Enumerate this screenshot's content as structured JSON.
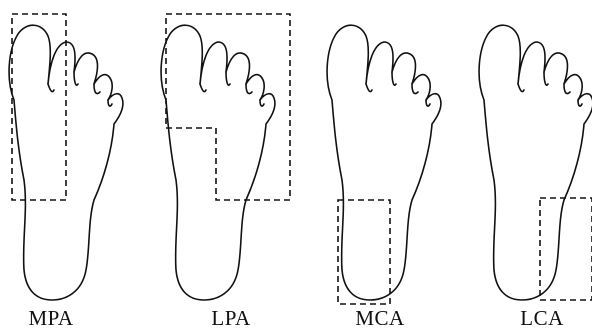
{
  "panels": [
    {
      "label": "MPA"
    },
    {
      "label": "LPA"
    },
    {
      "label": "MCA"
    },
    {
      "label": "LCA"
    }
  ]
}
